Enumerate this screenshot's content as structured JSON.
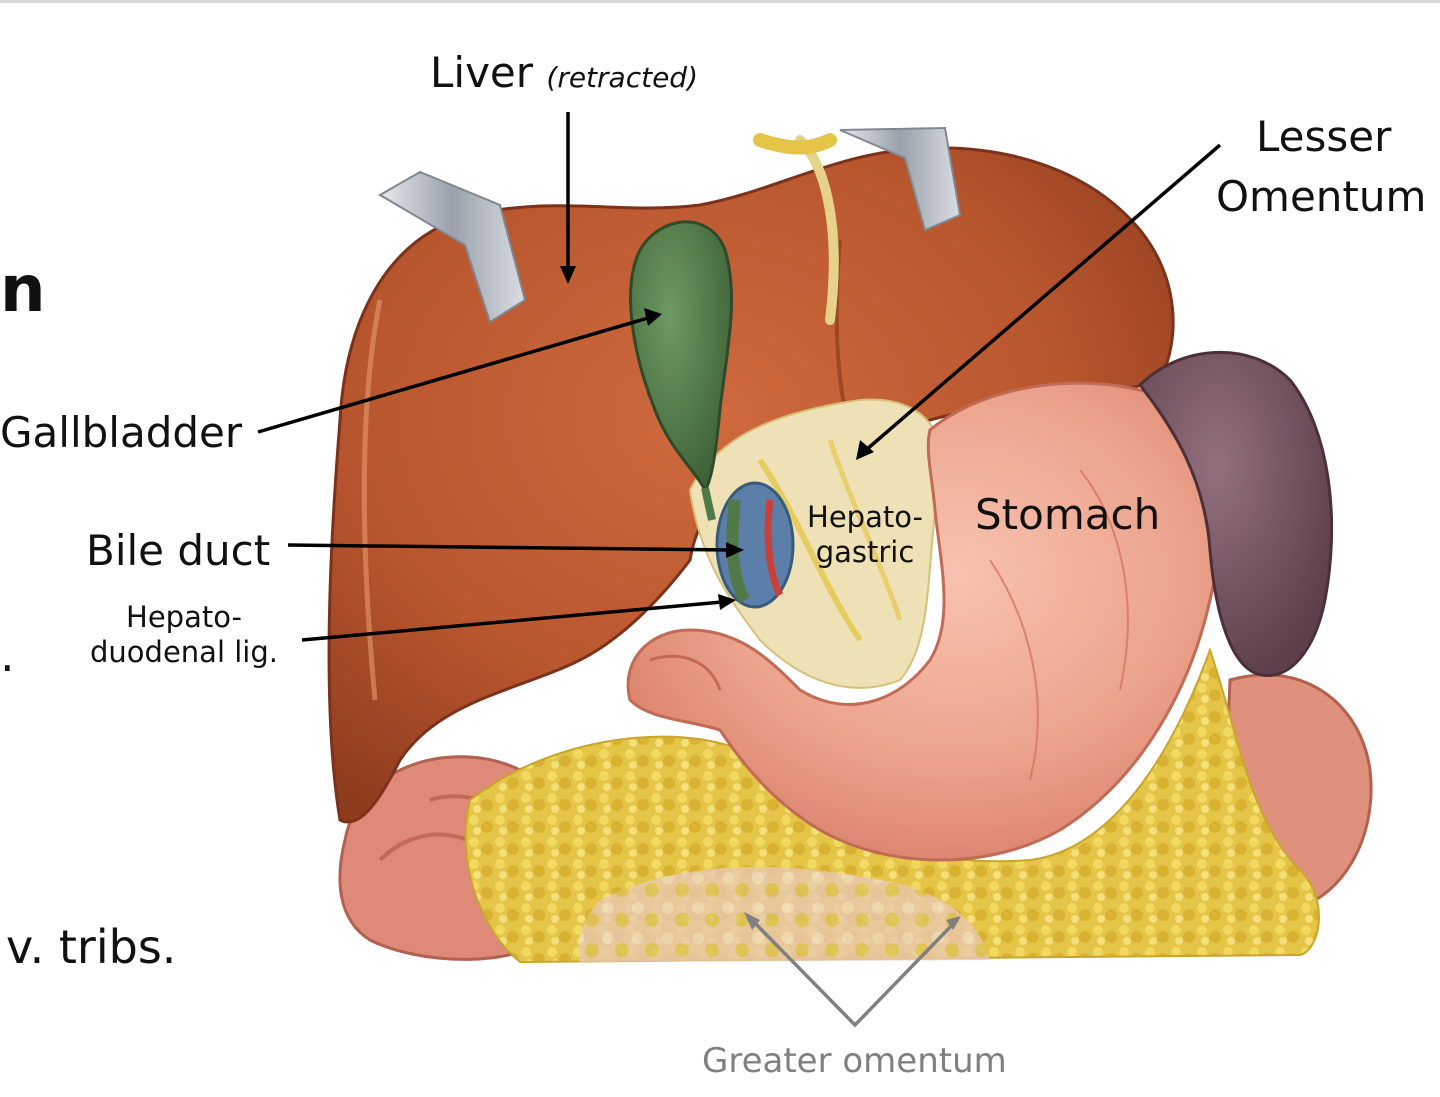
{
  "labels": {
    "liver": "Liver",
    "liver_note": "(retracted)",
    "lesser_omentum_line1": "Lesser",
    "lesser_omentum_line2": "Omentum",
    "gallbladder": "Gallbladder",
    "bile_duct": "Bile duct",
    "hepatoduodenal_line1": "Hepato-",
    "hepatoduodenal_line2": "duodenal lig.",
    "hepatogastric_line1": "Hepato-",
    "hepatogastric_line2": "gastric",
    "stomach": "Stomach",
    "greater_omentum": "Greater omentum"
  },
  "slide_fragments": {
    "left_n": "n",
    "left_dot": ".",
    "left_bottom": "v. tribs."
  },
  "colors": {
    "liver": "#b8562e",
    "gallbladder": "#4f7a48",
    "stomach": "#eca38c",
    "spleen": "#7a5866",
    "fat": "#e2c23a",
    "retractor": "#b9bec6",
    "intestine": "#df8a78",
    "label_grey": "#808080"
  }
}
